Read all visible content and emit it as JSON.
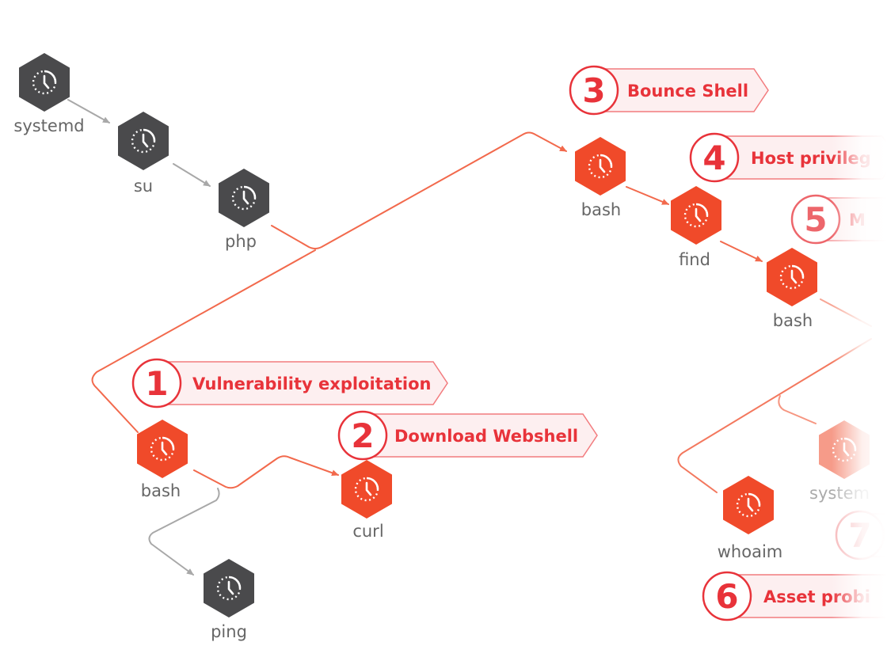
{
  "colors": {
    "attack": "#f04a2a",
    "attack_line": "#f2694c",
    "benign": "#4a4a4c",
    "benign_line": "#a8a8a8",
    "step_text": "#e8333a",
    "step_fill": "#fdeff0",
    "step_border": "#f27b7e",
    "label_text": "#666666"
  },
  "nodes": [
    {
      "id": "systemd",
      "label": "systemd",
      "kind": "benign"
    },
    {
      "id": "su",
      "label": "su",
      "kind": "benign"
    },
    {
      "id": "php",
      "label": "php",
      "kind": "benign"
    },
    {
      "id": "bash1",
      "label": "bash",
      "kind": "attack"
    },
    {
      "id": "curl",
      "label": "curl",
      "kind": "attack"
    },
    {
      "id": "ping",
      "label": "ping",
      "kind": "benign"
    },
    {
      "id": "bash2",
      "label": "bash",
      "kind": "attack"
    },
    {
      "id": "find",
      "label": "find",
      "kind": "attack"
    },
    {
      "id": "bash3",
      "label": "bash",
      "kind": "attack"
    },
    {
      "id": "whoaim",
      "label": "whoaim",
      "kind": "attack"
    },
    {
      "id": "systemx",
      "label": "system",
      "kind": "attack"
    }
  ],
  "steps": [
    {
      "id": "s1",
      "number": "1",
      "text": "Vulnerability exploitation"
    },
    {
      "id": "s2",
      "number": "2",
      "text": "Download Webshell"
    },
    {
      "id": "s3",
      "number": "3",
      "text": "Bounce Shell"
    },
    {
      "id": "s4",
      "number": "4",
      "text": "Host privileg"
    },
    {
      "id": "s5",
      "number": "5",
      "text": "M"
    },
    {
      "id": "s6",
      "number": "6",
      "text": "Asset probi"
    },
    {
      "id": "s7",
      "number": "7",
      "text": ""
    }
  ]
}
